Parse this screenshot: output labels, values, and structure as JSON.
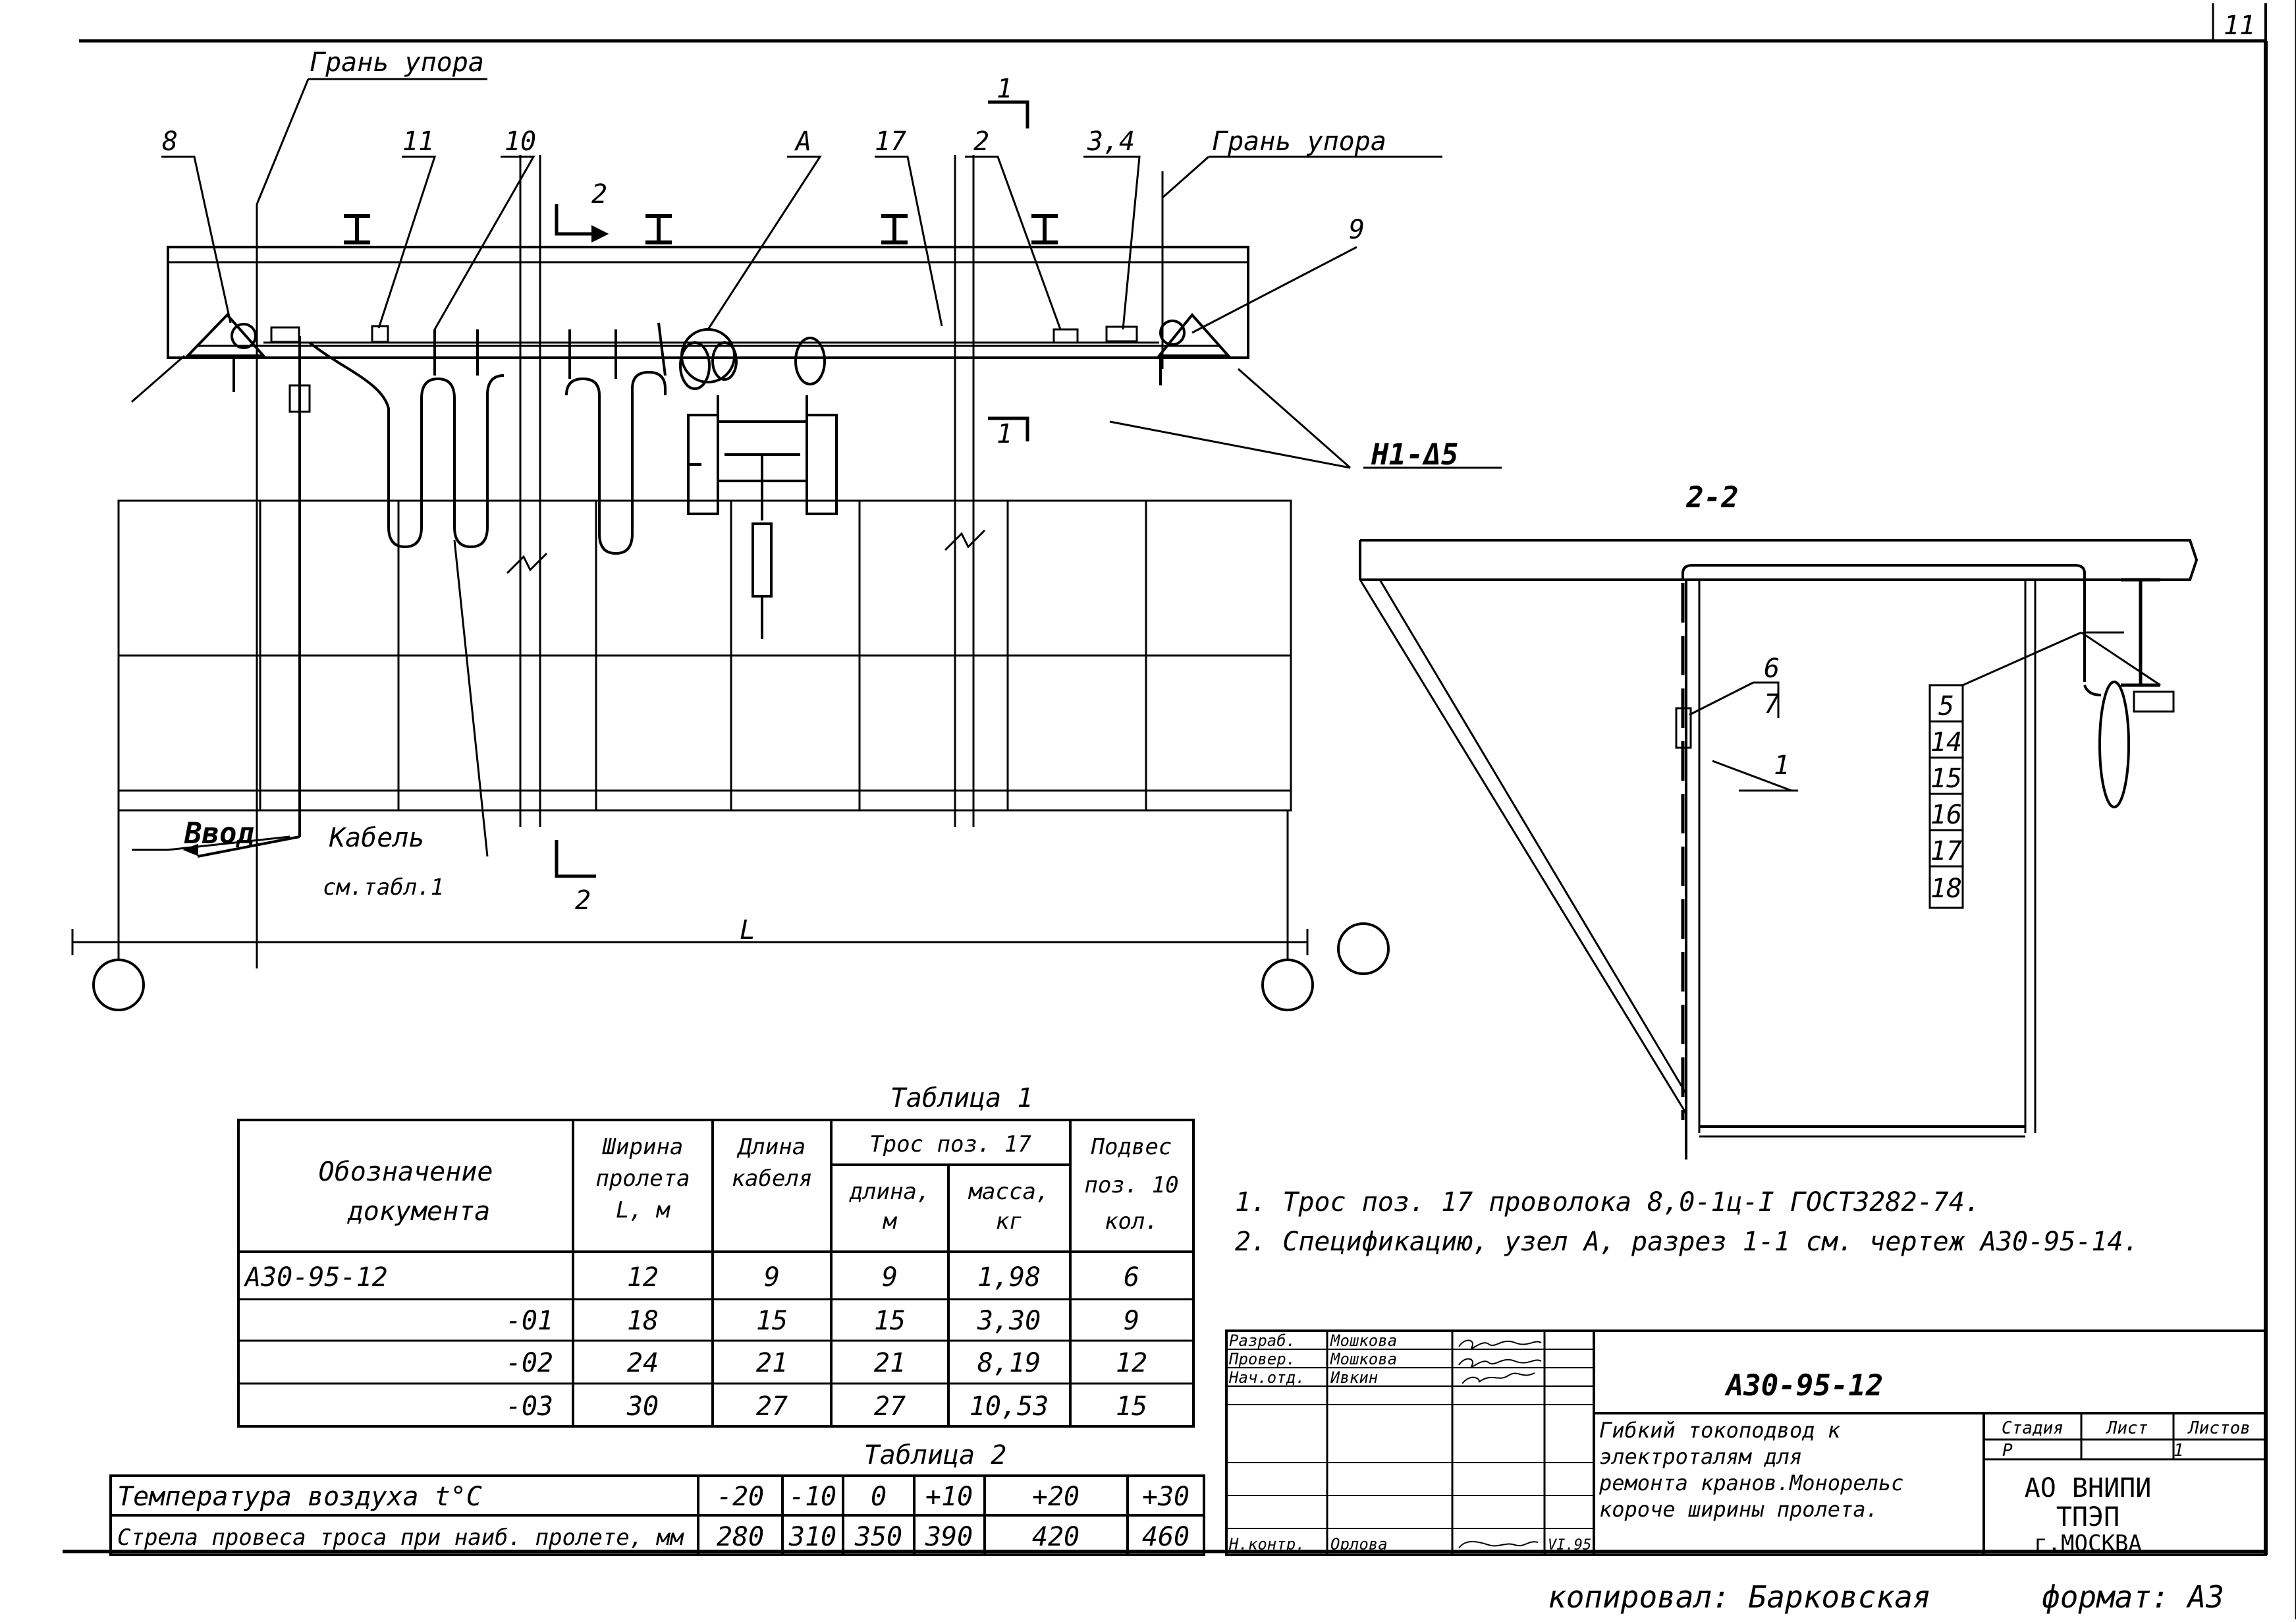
{
  "sheet_number": "11",
  "plan_labels": {
    "face_left": "Грань упора",
    "face_right": "Грань упора",
    "pos_8": "8",
    "pos_11": "11",
    "pos_10": "10",
    "node_A": "А",
    "pos_17": "17",
    "pos_2": "2",
    "pos_3_4": "3,4",
    "pos_9": "9",
    "section_1_top": "1",
    "section_1_bottom": "1",
    "section_2_top": "2",
    "section_2_bottom": "2",
    "weld": "Н1-Δ5",
    "input": "Ввод",
    "cable": "Кабель",
    "cable_ref": "см.табл.1",
    "span": "L"
  },
  "section_view": {
    "title": "2-2",
    "pos_6": "6",
    "pos_7": "7",
    "pos_1": "1",
    "stack": [
      "5",
      "14",
      "15",
      "16",
      "17",
      "18"
    ]
  },
  "notes": [
    "1. Трос поз. 17  проволока  8,0-1ц-I ГОСТ3282-74.",
    "2. Спецификацию, узел А, разрез 1-1  см. чертеж А30-95-14."
  ],
  "table1": {
    "caption": "Таблица 1",
    "h_doc_1": "Обозначение",
    "h_doc_2": "документа",
    "h_span_1": "Ширина",
    "h_span_2": "пролета",
    "h_span_3": "L, м",
    "h_cable_1": "Длина",
    "h_cable_2": "кабеля",
    "h_rope": "Трос поз. 17",
    "h_len_1": "длина,",
    "h_len_2": "м",
    "h_mass_1": "масса,",
    "h_mass_2": "кг",
    "h_hang_1": "Подвес",
    "h_hang_2": "поз. 10",
    "h_hang_3": "кол.",
    "rows": [
      {
        "doc": "А30-95-12",
        "span": "12",
        "cable": "9",
        "len": "9",
        "mass": "1,98",
        "hang": "6"
      },
      {
        "doc": "-01",
        "span": "18",
        "cable": "15",
        "len": "15",
        "mass": "3,30",
        "hang": "9"
      },
      {
        "doc": "-02",
        "span": "24",
        "cable": "21",
        "len": "21",
        "mass": "8,19",
        "hang": "12"
      },
      {
        "doc": "-03",
        "span": "30",
        "cable": "27",
        "len": "27",
        "mass": "10,53",
        "hang": "15"
      }
    ]
  },
  "table2": {
    "caption": "Таблица 2",
    "row1_label": "Температура воздуха  t°C",
    "row1": [
      "-20",
      "-10",
      "0",
      "+10",
      "+20",
      "+30"
    ],
    "row2_label": "Стрела провеса троса при наиб. пролете, мм",
    "row2": [
      "280",
      "310",
      "350",
      "390",
      "420",
      "460"
    ]
  },
  "title_block": {
    "r1_role": "Разраб.",
    "r1_name": "Мошкова",
    "r2_role": "Провер.",
    "r2_name": "Мошкова",
    "r3_role": "Нач.отд.",
    "r3_name": "Ивкин",
    "r8_role": "Н.контр.",
    "r8_name": "Орлова",
    "r8_date": "VI.95",
    "doc_code": "А30-95-12",
    "desc_1": "Гибкий токоподвод к",
    "desc_2": "электроталям для",
    "desc_3": "ремонта кранов.Монорельс",
    "desc_4": "короче ширины пролета.",
    "h_stage": "Стадия",
    "h_sheet": "Лист",
    "h_sheets": "Листов",
    "stage": "Р",
    "sheet": "1",
    "org_1": "АО ВНИПИ",
    "org_2": "ТПЭП",
    "org_3": "г.МОСКВА"
  },
  "footer": {
    "copied": "копировал: Барковская",
    "format": "формат: А3"
  }
}
